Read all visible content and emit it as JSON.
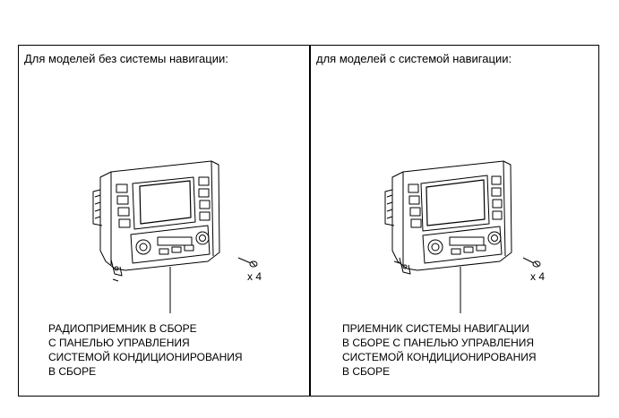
{
  "left_panel": {
    "heading": "Для моделей без системы навигации:",
    "quantity": "x 4",
    "caption_lines": [
      "РАДИОПРИЕМНИК В СБОРЕ",
      "С ПАНЕЛЬЮ УПРАВЛЕНИЯ",
      "СИСТЕМОЙ КОНДИЦИОНИРОВАНИЯ",
      "В СБОРЕ"
    ]
  },
  "right_panel": {
    "heading": "для моделей с системой навигации:",
    "quantity": "x 4",
    "caption_lines": [
      "ПРИЕМНИК СИСТЕМЫ НАВИГАЦИИ",
      "В СБОРЕ С ПАНЕЛЬЮ УПРАВЛЕНИЯ",
      "СИСТЕМОЙ КОНДИЦИОНИРОВАНИЯ",
      "В СБОРЕ"
    ]
  }
}
